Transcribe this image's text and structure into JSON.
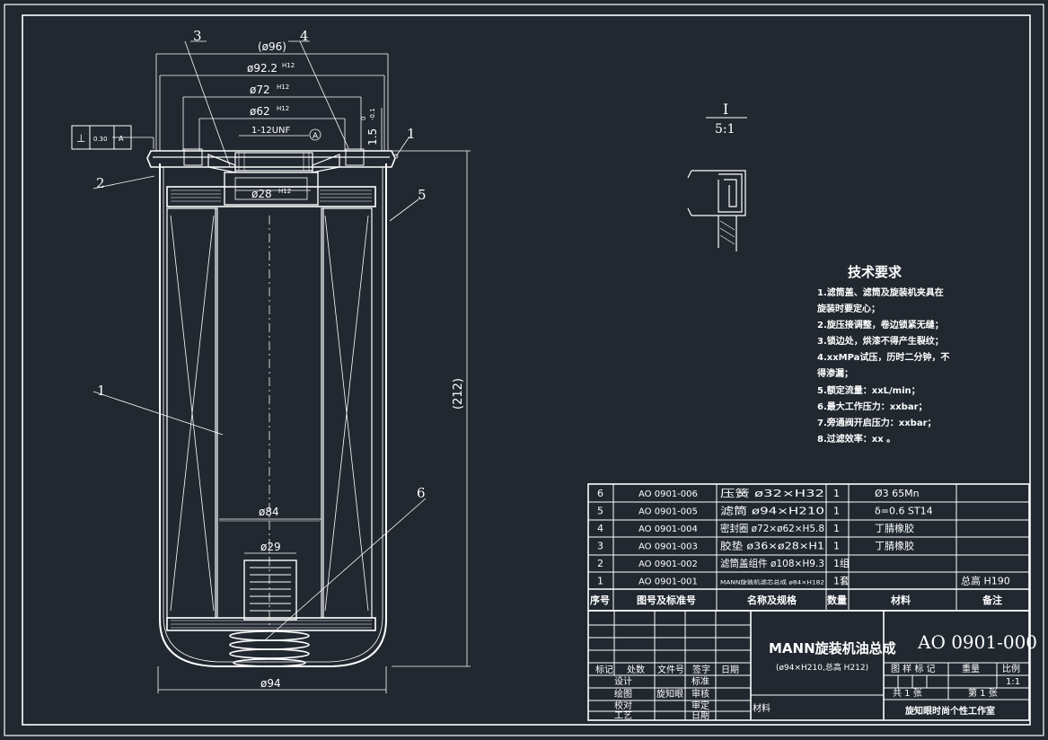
{
  "drawing": {
    "dimensions": {
      "d96": "(ø96)",
      "d92": "ø92.2",
      "d72": "ø72",
      "d62": "ø62",
      "d28": "ø28",
      "d84": "ø84",
      "d29": "ø29",
      "d94": "ø94",
      "h212": "(212)",
      "tol_h12": "H12",
      "tol_h12_lower": "h12",
      "thread": "1-12UNF",
      "height_1_5": "1.5",
      "tol_plus": "0",
      "tol_minus": "-0.1",
      "gdt_symbol": "⊥",
      "gdt_value": "0.30",
      "gdt_datum": "A",
      "datum_mark": "A"
    },
    "callouts": [
      "1",
      "2",
      "3",
      "4",
      "5",
      "6",
      "1"
    ]
  },
  "detail_view": {
    "label": "I",
    "scale": "5:1"
  },
  "tech_requirements": {
    "title": "技术要求",
    "lines": [
      "1.滤筒盖、滤筒及旋装机夹具在",
      "旋装时要定心；",
      "2.旋压接调整，卷边锁紧无缝；",
      "3.锁边处，烘漆不得产生裂纹；",
      "4.xxMPa试压，历时二分钟，不",
      "得渗漏；",
      "5.额定流量：xxL/min；",
      "6.最大工作压力：xxbar；",
      "7.旁通阀开启压力：xxbar；",
      "8.过滤效率：xx 。"
    ]
  },
  "parts_list": {
    "rows": [
      {
        "no": "6",
        "code": "AO 0901-006",
        "name": "压簧 ø32×H32",
        "qty": "1",
        "material": "Ø3  65Mn",
        "note": ""
      },
      {
        "no": "5",
        "code": "AO 0901-005",
        "name": "滤筒 ø94×H210",
        "qty": "1",
        "material": "δ=0.6  ST14",
        "note": ""
      },
      {
        "no": "4",
        "code": "AO 0901-004",
        "name": "密封圈 ø72×ø62×H5.8",
        "qty": "1",
        "material": "丁腈橡胶",
        "note": ""
      },
      {
        "no": "3",
        "code": "AO 0901-003",
        "name": "胶垫 ø36×ø28×H1",
        "qty": "1",
        "material": "丁腈橡胶",
        "note": ""
      },
      {
        "no": "2",
        "code": "AO 0901-002",
        "name": "滤筒盖组件 ø108×H9.3",
        "qty": "1组",
        "material": "",
        "note": ""
      },
      {
        "no": "1",
        "code": "AO 0901-001",
        "name": "MANN旋装机滤芯总成 ø84×H182",
        "qty": "1套",
        "material": "",
        "note": "总高  H190"
      }
    ],
    "header": {
      "no": "序号",
      "code": "图号及标准号",
      "name": "名称及规格",
      "qty": "数量",
      "material": "材料",
      "note": "备注"
    }
  },
  "title_block": {
    "title": "MANN旋装机油总成",
    "subtitle": "(ø94×H210,总高 H212)",
    "drawing_no": "AO 0901-000",
    "material_label": "材料",
    "left_labels": {
      "mark": "标记",
      "count": "处数",
      "file": "文件号",
      "sign": "签字",
      "date": "日期",
      "design": "设计",
      "draw": "绘图",
      "check": "校对",
      "process": "工艺",
      "standard": "标准",
      "review": "审核",
      "approve": "审定",
      "date2": "日期",
      "drawer_name": "旋知眼"
    },
    "right_labels": {
      "stage": "图 样 标 记",
      "weight": "重量",
      "scale_label": "比例",
      "scale_value": "1:1",
      "total_sheets": "共  1  张",
      "sheet_no": "第  1  张",
      "company": "旋知眼时尚个性工作室"
    }
  },
  "colors": {
    "background": "#212830",
    "lines": "#ffffff"
  }
}
